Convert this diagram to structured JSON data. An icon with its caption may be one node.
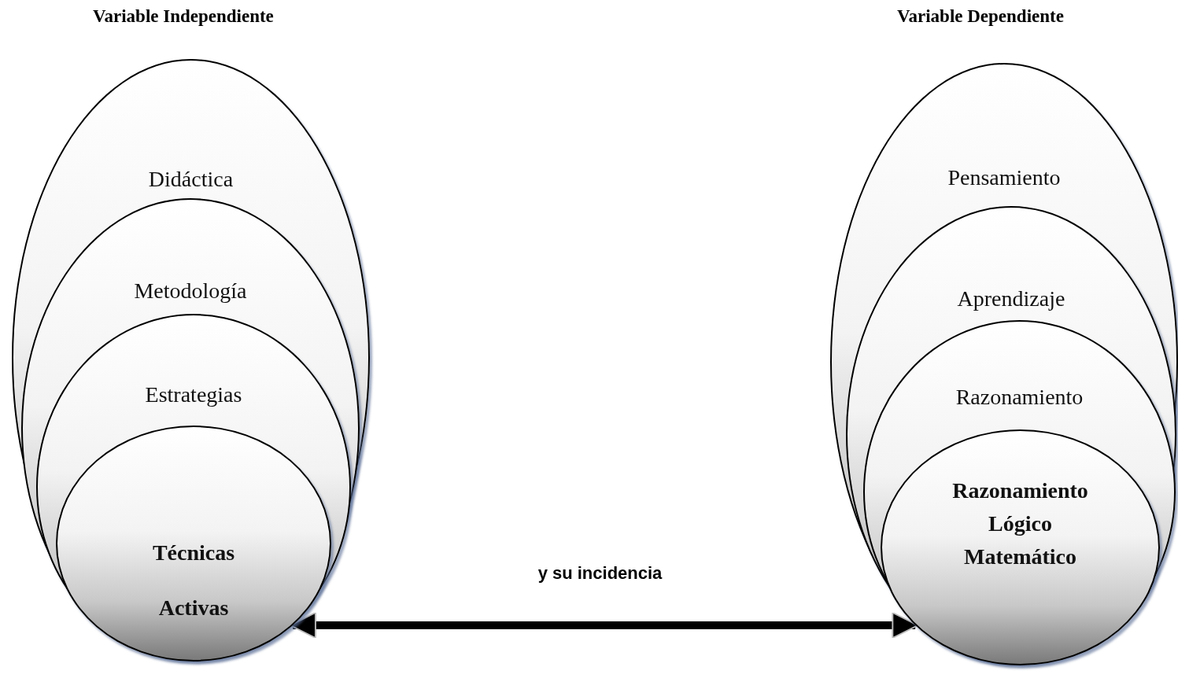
{
  "diagram": {
    "nodes": [
      {
        "text": [
          "Didáctica"
        ]
      },
      {
        "text": [
          "Metodología"
        ],
        "in": 0
      },
      {
        "text": [
          "Estrategias"
        ],
        "in": 1
      },
      {
        "text": [
          "Técnicas Activas"
        ],
        "in": 2
      },
      {
        "text": [
          "Pensamiento"
        ]
      },
      {
        "text": [
          "Aprendizaje"
        ],
        "in": 4
      },
      {
        "text": [
          "Razonamiento"
        ],
        "in": 5
      },
      {
        "text": [
          "Razonamiento Lógico Matemático"
        ],
        "in": 6
      }
    ],
    "edges": [
      {
        "from": 3,
        "to": 7,
        "arrow": "both",
        "label": "y su incidencia"
      }
    ],
    "labels": [
      "Variable Independiente",
      "Variable Dependiente"
    ]
  }
}
